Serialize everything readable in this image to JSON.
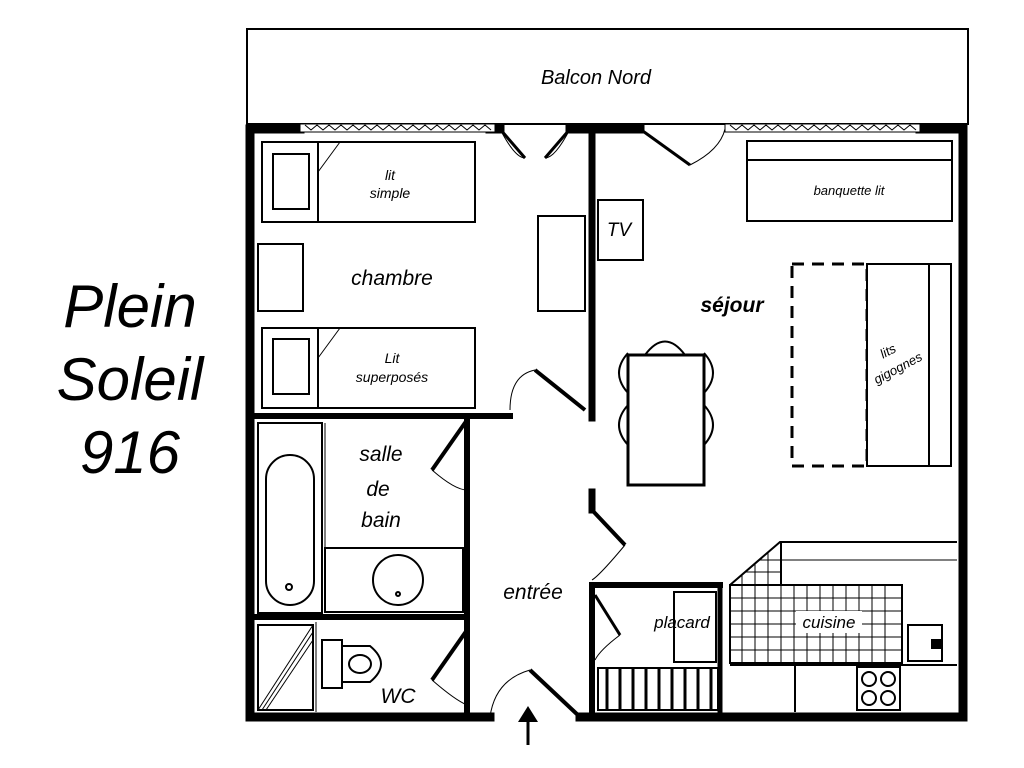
{
  "title": {
    "line1": "Plein",
    "line2": "Soleil",
    "line3": "916"
  },
  "rooms": {
    "balcony": "Balcon Nord",
    "bedroom": "chambre",
    "single_bed_line1": "lit",
    "single_bed_line2": "simple",
    "bunk_line1": "Lit",
    "bunk_line2": "superposés",
    "tv": "TV",
    "living": "séjour",
    "sofa_bed": "banquette lit",
    "trundle_line1": "lits",
    "trundle_line2": "gigognes",
    "bath_line1": "salle",
    "bath_line2": "de",
    "bath_line3": "bain",
    "entrance": "entrée",
    "closet": "placard",
    "kitchen": "cuisine",
    "wc": "WC"
  },
  "colors": {
    "wall": "#000000",
    "background": "#ffffff",
    "fixture_fill": "#ffffff"
  }
}
